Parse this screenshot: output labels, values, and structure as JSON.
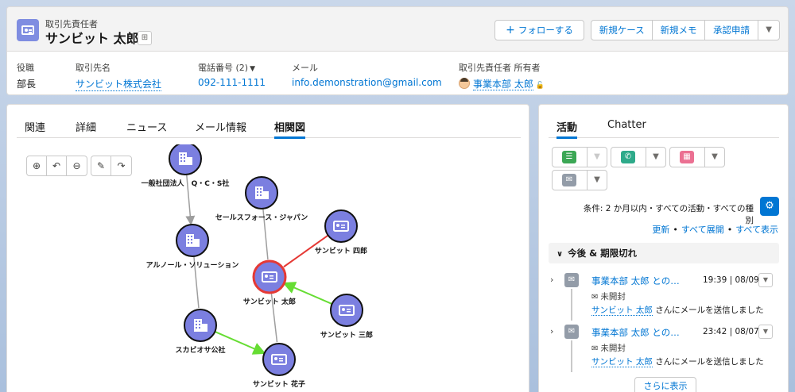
{
  "header": {
    "object_label": "取引先責任者",
    "record_name": "サンビット 太郎",
    "hierarchy_icon": "hierarchy-icon",
    "follow_label": "フォローする",
    "actions": [
      "新規ケース",
      "新規メモ",
      "承認申請"
    ],
    "more_caret": "▼"
  },
  "fields": {
    "title_label": "役職",
    "title_value": "部長",
    "account_label": "取引先名",
    "account_value": "サンビット株式会社",
    "phone_label": "電話番号 (2)",
    "phone_value": "092-111-1111",
    "email_label": "メール",
    "email_value": "info.demonstration@gmail.com",
    "owner_label": "取引先責任者 所有者",
    "owner_value": "事業本部 太郎"
  },
  "tabs": [
    "関連",
    "詳細",
    "ニュース",
    "メール情報",
    "相関図"
  ],
  "active_tab": "相関図",
  "graph": {
    "nodes": [
      {
        "id": "n1",
        "label": "一般社団法人　Q・C・S社",
        "type": "account"
      },
      {
        "id": "n2",
        "label": "セールスフォース・ジャパン",
        "type": "account"
      },
      {
        "id": "n3",
        "label": "サンビット 四郎",
        "type": "contact"
      },
      {
        "id": "n4",
        "label": "アルノール・ソリューション",
        "type": "account"
      },
      {
        "id": "n5",
        "label": "サンビット 太郎",
        "type": "contact"
      },
      {
        "id": "n6",
        "label": "サンビット 三郎",
        "type": "contact"
      },
      {
        "id": "n7",
        "label": "スカビオサ公社",
        "type": "account"
      },
      {
        "id": "n8",
        "label": "サンビット 花子",
        "type": "contact"
      }
    ],
    "colors": {
      "node_fill": "#7b7fe0",
      "node_stroke": "#111111",
      "focus_stroke": "#e53935",
      "red_edge": "#e53935",
      "green_edge": "#66dd33",
      "gray_edge": "#9e9e9e"
    }
  },
  "activity": {
    "tabs": [
      "活動",
      "Chatter"
    ],
    "filter_text": "条件: 2 か月以内・すべての活動・すべての種別",
    "links": [
      "更新",
      "すべて展開",
      "すべて表示"
    ],
    "section_title": "今後 & 期限切れ",
    "items": [
      {
        "subject": "事業本部 太郎 との…",
        "datetime": "19:39 | 08/09",
        "status": "未開封",
        "contact": "サンビット 太郎",
        "text": "さんにメールを送信しました"
      },
      {
        "subject": "事業本部 太郎 との…",
        "datetime": "23:42 | 08/07",
        "status": "未開封",
        "contact": "サンビット 太郎",
        "text": "さんにメールを送信しました"
      }
    ],
    "more_label": "さらに表示"
  }
}
